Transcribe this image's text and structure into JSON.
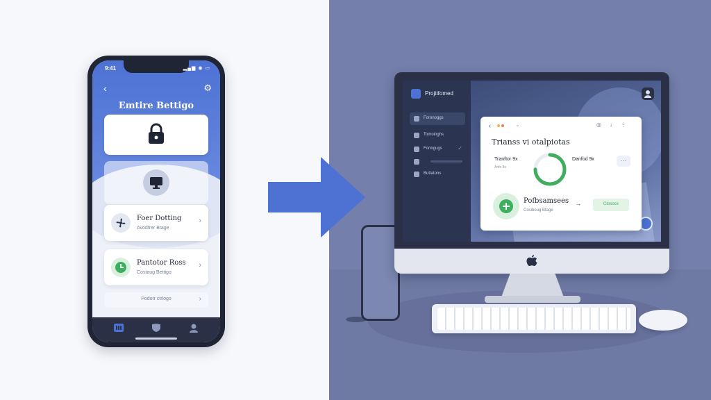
{
  "phone": {
    "status_time": "9:41",
    "status_icons": "▂▄▆ ◉ ▭",
    "title": "Emtire Bettigo",
    "items": [
      {
        "title": "Foer Dotting",
        "subtitle": "Avodtrer Btage",
        "icon": "fan-icon"
      },
      {
        "title": "Pantotor Ross",
        "subtitle": "Costaug Bettigo",
        "icon": "clock-icon"
      }
    ],
    "link_label": "Podotr ctrlogo",
    "tabs": [
      "grid-icon",
      "shield-icon",
      "person-icon"
    ]
  },
  "desktop": {
    "sidebar": {
      "brand": "Projttfomed",
      "items": [
        {
          "label": "Foronoggs",
          "active": true
        },
        {
          "label": "Tomoinghs",
          "active": false
        },
        {
          "label": "Fonngugs",
          "active": false
        },
        {
          "label": "",
          "active": false
        },
        {
          "label": "Buttatons",
          "active": false
        }
      ]
    },
    "panel": {
      "title": "Trianss vi otalpiotas",
      "metric_left_label": "Tranftor 9x",
      "metric_left_sub": "Anfo 8s",
      "metric_right_label": "Danfod 9x",
      "ring_progress": 0.75,
      "item_title": "Pofbsamsees",
      "item_sub": "Cosiboug Btage",
      "badge": "Ctosoce"
    }
  },
  "colors": {
    "accent": "#4d72d4",
    "success": "#3fae5f",
    "dark": "#2a3147",
    "backdrop": "#7480ab"
  }
}
